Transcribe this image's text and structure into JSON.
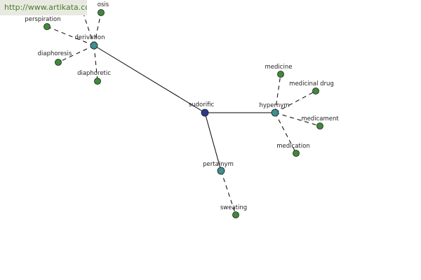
{
  "watermark": {
    "text": "http://www.artikata.com"
  },
  "colors": {
    "root": "#2d3a8c",
    "relation": "#3f8f8f",
    "leaf": "#3f8a3a",
    "edge": "#000000",
    "label": "#222222",
    "watermark_bg": "#e8eae2",
    "watermark_text": "#4a7a2a"
  },
  "graph": {
    "nodes": [
      {
        "id": "sudorific",
        "label": "sudorific",
        "kind": "root"
      },
      {
        "id": "derivation",
        "label": "derivation",
        "kind": "relation"
      },
      {
        "id": "hypernym",
        "label": "hypernym",
        "kind": "relation"
      },
      {
        "id": "pertainym",
        "label": "pertainym",
        "kind": "relation"
      },
      {
        "id": "osis",
        "label": "osis",
        "kind": "leaf"
      },
      {
        "id": "perspiration",
        "label": "perspiration",
        "kind": "leaf"
      },
      {
        "id": "diaphoresis",
        "label": "diaphoresis",
        "kind": "leaf"
      },
      {
        "id": "diaphoretic",
        "label": "diaphoretic",
        "kind": "leaf"
      },
      {
        "id": "medicine",
        "label": "medicine",
        "kind": "leaf"
      },
      {
        "id": "medicinal-drug",
        "label": "medicinal drug",
        "kind": "leaf"
      },
      {
        "id": "medicament",
        "label": "medicament",
        "kind": "leaf"
      },
      {
        "id": "medication",
        "label": "medication",
        "kind": "leaf"
      },
      {
        "id": "sweating",
        "label": "sweating",
        "kind": "leaf"
      }
    ],
    "edges": [
      {
        "from": "sudorific",
        "to": "derivation",
        "style": "solid"
      },
      {
        "from": "sudorific",
        "to": "hypernym",
        "style": "solid"
      },
      {
        "from": "sudorific",
        "to": "pertainym",
        "style": "solid"
      },
      {
        "from": "derivation",
        "to": "osis",
        "style": "dashed"
      },
      {
        "from": "derivation",
        "to": "perspiration",
        "style": "dashed"
      },
      {
        "from": "derivation",
        "to": "diaphoresis",
        "style": "dashed"
      },
      {
        "from": "derivation",
        "to": "diaphoretic",
        "style": "dashed"
      },
      {
        "from": "derivation",
        "to": "offscreen-top",
        "style": "dashed"
      },
      {
        "from": "hypernym",
        "to": "medicine",
        "style": "dashed"
      },
      {
        "from": "hypernym",
        "to": "medicinal-drug",
        "style": "dashed"
      },
      {
        "from": "hypernym",
        "to": "medicament",
        "style": "dashed"
      },
      {
        "from": "hypernym",
        "to": "medication",
        "style": "dashed"
      },
      {
        "from": "pertainym",
        "to": "sweating",
        "style": "dashed"
      }
    ]
  }
}
